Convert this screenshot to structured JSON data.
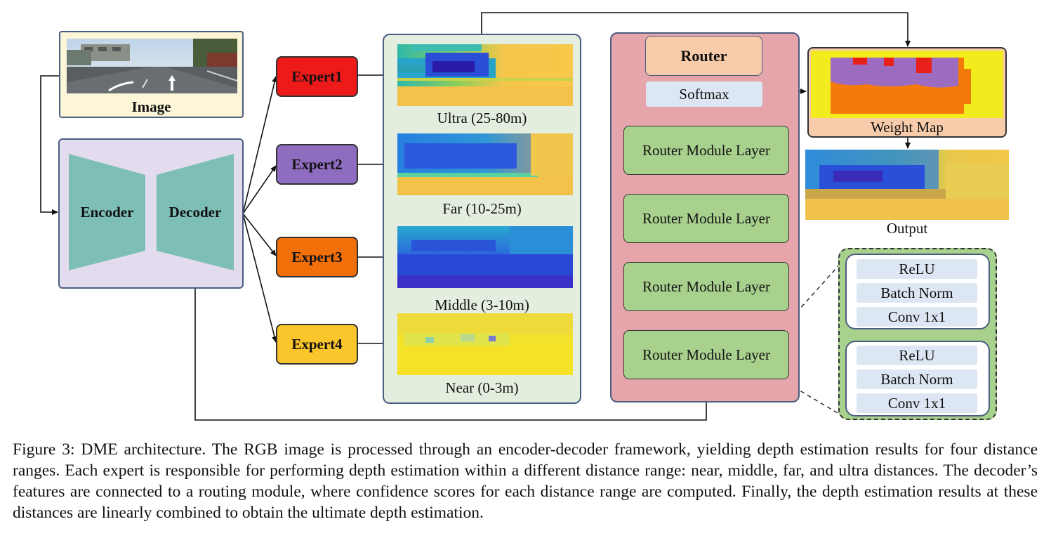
{
  "input": {
    "label": "Image"
  },
  "backbone": {
    "encoder_label": "Encoder",
    "decoder_label": "Decoder"
  },
  "experts": [
    {
      "label": "Expert1",
      "color": "#ee1a1a"
    },
    {
      "label": "Expert2",
      "color": "#8e6cbf"
    },
    {
      "label": "Expert3",
      "color": "#f26f0a"
    },
    {
      "label": "Expert4",
      "color": "#fbc52c"
    }
  ],
  "depth_maps": [
    {
      "label": "Ultra (25-80m)"
    },
    {
      "label": "Far (10-25m)"
    },
    {
      "label": "Middle (3-10m)"
    },
    {
      "label": "Near (0-3m)"
    }
  ],
  "router": {
    "title": "Router",
    "softmax_label": "Softmax",
    "layers": [
      "Router Module Layer",
      "Router Module Layer",
      "Router Module Layer",
      "Router Module Layer"
    ]
  },
  "layer_detail": {
    "blocks": [
      {
        "ops": [
          "ReLU",
          "Batch Norm",
          "Conv 1x1"
        ]
      },
      {
        "ops": [
          "ReLU",
          "Batch Norm",
          "Conv 1x1"
        ]
      }
    ]
  },
  "outputs": {
    "weight_map_label": "Weight Map",
    "output_label": "Output"
  },
  "caption": "Figure 3: DME architecture. The RGB image is processed through an encoder-decoder framework, yielding depth estimation results for four distance ranges. Each expert is responsible for performing depth estimation within a different distance range: near, middle, far, and ultra distances. The decoder’s features are connected to a routing module, where confidence scores for each distance range are computed. Finally, the depth estimation results at these distances are linearly combined to obtain the ultimate depth estimation."
}
